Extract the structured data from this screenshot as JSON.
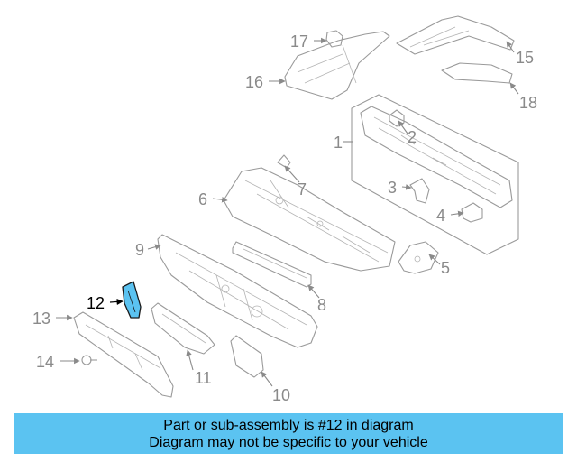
{
  "diagram": {
    "callouts": [
      "1",
      "2",
      "3",
      "4",
      "5",
      "6",
      "7",
      "8",
      "9",
      "10",
      "11",
      "12",
      "13",
      "14",
      "15",
      "16",
      "17",
      "18"
    ],
    "highlighted_part": "12",
    "highlight_color": "#5bc3f1"
  },
  "banner": {
    "line1": "Part or sub-assembly is #12 in diagram",
    "line2": "Diagram may not be specific to your vehicle",
    "background": "#5bc3f1"
  }
}
